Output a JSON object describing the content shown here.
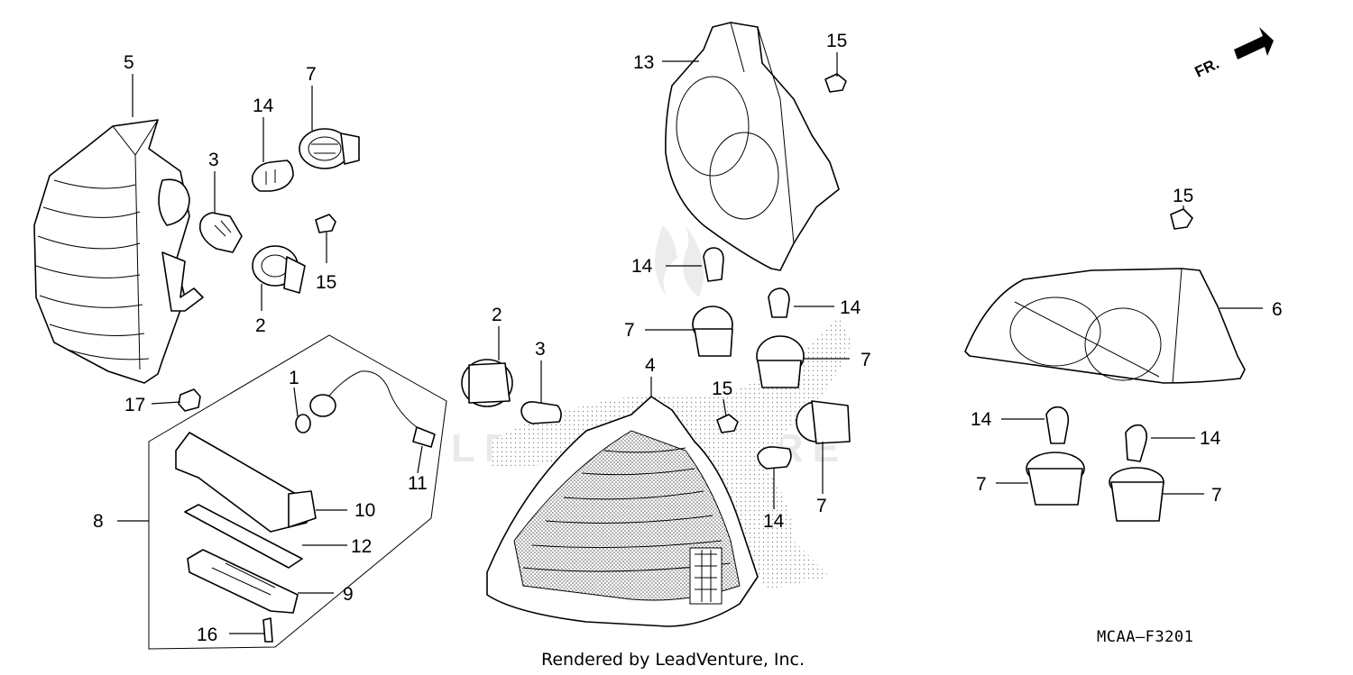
{
  "diagram": {
    "code": "MCAA—F3201",
    "credit": "Rendered by LeadVenture, Inc.",
    "direction_label": "FR.",
    "watermark_text": "LEADVENTURE",
    "callouts": {
      "c5": "5",
      "c7a": "7",
      "c14a": "14",
      "c3a": "3",
      "c15a": "15",
      "c2a": "2",
      "c17": "17",
      "c1": "1",
      "c11": "11",
      "c8": "8",
      "c10": "10",
      "c12": "12",
      "c9": "9",
      "c16": "16",
      "c13": "13",
      "c15b": "15",
      "c14b": "14",
      "c7b": "7",
      "c14c": "14",
      "c7c": "7",
      "c2b": "2",
      "c3b": "3",
      "c4": "4",
      "c15c": "15",
      "c14d": "14",
      "c7d": "7",
      "c15d": "15",
      "c6": "6",
      "c14e": "14",
      "c14f": "14",
      "c7e": "7",
      "c7f": "7"
    }
  }
}
